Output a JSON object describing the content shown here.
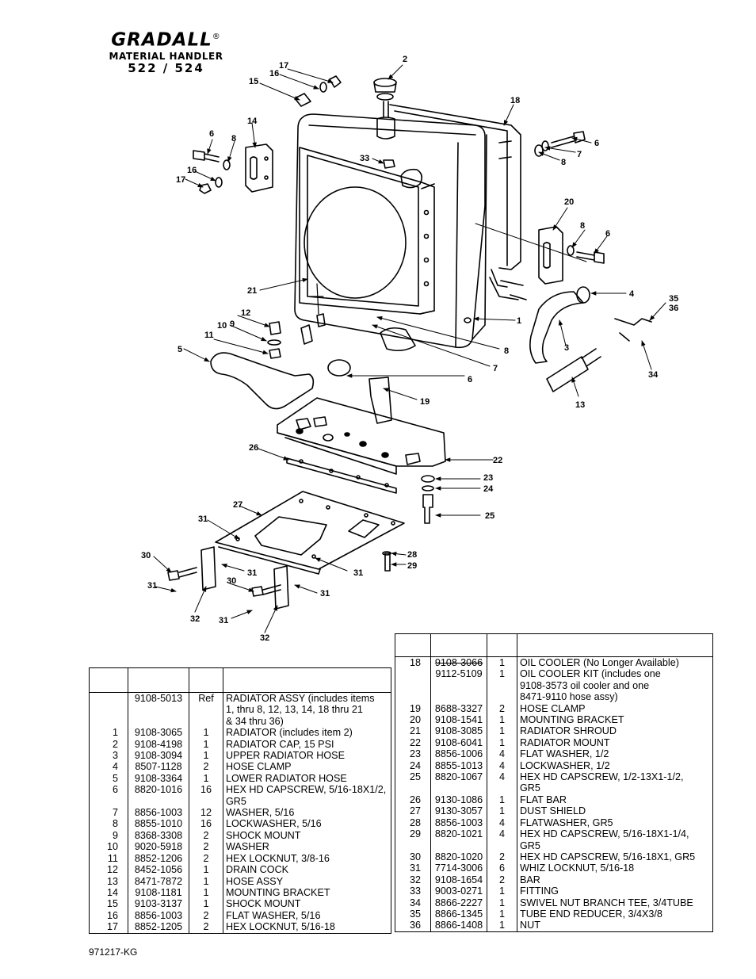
{
  "header": {
    "brand": "GRADALL",
    "registered": "®",
    "subtitle": "MATERIAL HANDLER",
    "model": "522 / 524"
  },
  "diagram_callouts": [
    "1",
    "2",
    "3",
    "4",
    "5",
    "6",
    "7",
    "8",
    "9",
    "10",
    "11",
    "12",
    "13",
    "14",
    "15",
    "16",
    "17",
    "18",
    "19",
    "20",
    "21",
    "22",
    "23",
    "24",
    "25",
    "26",
    "27",
    "28",
    "29",
    "30",
    "31",
    "32",
    "33",
    "34",
    "35",
    "36"
  ],
  "parts_left": [
    {
      "item": "",
      "part": "9108-5013",
      "qty": "Ref",
      "desc": "RADIATOR ASSY (includes items"
    },
    {
      "item": "",
      "part": "",
      "qty": "",
      "desc": "1, thru 8, 12, 13, 14, 18 thru 21"
    },
    {
      "item": "",
      "part": "",
      "qty": "",
      "desc": "& 34 thru 36)"
    },
    {
      "item": "1",
      "part": "9108-3065",
      "qty": "1",
      "desc": "RADIATOR (includes item 2)"
    },
    {
      "item": "2",
      "part": "9108-4198",
      "qty": "1",
      "desc": "RADIATOR CAP, 15 PSI"
    },
    {
      "item": "3",
      "part": "9108-3094",
      "qty": "1",
      "desc": "UPPER RADIATOR HOSE"
    },
    {
      "item": "4",
      "part": "8507-1128",
      "qty": "2",
      "desc": "HOSE CLAMP"
    },
    {
      "item": "5",
      "part": "9108-3364",
      "qty": "1",
      "desc": "LOWER RADIATOR HOSE"
    },
    {
      "item": "6",
      "part": "8820-1016",
      "qty": "16",
      "desc": "HEX HD CAPSCREW, 5/16-18X1/2,"
    },
    {
      "item": "",
      "part": "",
      "qty": "",
      "desc": "GR5"
    },
    {
      "item": "7",
      "part": "8856-1003",
      "qty": "12",
      "desc": "WASHER, 5/16"
    },
    {
      "item": "8",
      "part": "8855-1010",
      "qty": "16",
      "desc": "LOCKWASHER, 5/16"
    },
    {
      "item": "9",
      "part": "8368-3308",
      "qty": "2",
      "desc": "SHOCK MOUNT"
    },
    {
      "item": "10",
      "part": "9020-5918",
      "qty": "2",
      "desc": "WASHER"
    },
    {
      "item": "11",
      "part": "8852-1206",
      "qty": "2",
      "desc": "HEX LOCKNUT, 3/8-16"
    },
    {
      "item": "12",
      "part": "8452-1056",
      "qty": "1",
      "desc": "DRAIN COCK"
    },
    {
      "item": "13",
      "part": "8471-7872",
      "qty": "1",
      "desc": "HOSE ASSY"
    },
    {
      "item": "14",
      "part": "9108-1181",
      "qty": "1",
      "desc": "MOUNTING BRACKET"
    },
    {
      "item": "15",
      "part": "9103-3137",
      "qty": "1",
      "desc": "SHOCK MOUNT"
    },
    {
      "item": "16",
      "part": "8856-1003",
      "qty": "2",
      "desc": "FLAT WASHER, 5/16"
    },
    {
      "item": "17",
      "part": "8852-1205",
      "qty": "2",
      "desc": "HEX LOCKNUT, 5/16-18"
    }
  ],
  "parts_right": [
    {
      "item": "18",
      "part": "9108-3066",
      "strike": true,
      "qty": "1",
      "desc": "OIL COOLER (No Longer Available)"
    },
    {
      "item": "",
      "part": "9112-5109",
      "qty": "1",
      "desc": "OIL COOLER KIT (includes one"
    },
    {
      "item": "",
      "part": "",
      "qty": "",
      "desc": "9108-3573 oil cooler and one"
    },
    {
      "item": "",
      "part": "",
      "qty": "",
      "desc": "8471-9110 hose assy)"
    },
    {
      "item": "19",
      "part": "8688-3327",
      "qty": "2",
      "desc": "HOSE CLAMP"
    },
    {
      "item": "20",
      "part": "9108-1541",
      "qty": "1",
      "desc": "MOUNTING BRACKET"
    },
    {
      "item": "21",
      "part": "9108-3085",
      "qty": "1",
      "desc": "RADIATOR SHROUD"
    },
    {
      "item": "22",
      "part": "9108-6041",
      "qty": "1",
      "desc": "RADIATOR MOUNT"
    },
    {
      "item": "23",
      "part": "8856-1006",
      "qty": "4",
      "desc": "FLAT WASHER, 1/2"
    },
    {
      "item": "24",
      "part": "8855-1013",
      "qty": "4",
      "desc": "LOCKWASHER, 1/2"
    },
    {
      "item": "25",
      "part": "8820-1067",
      "qty": "4",
      "desc": "HEX HD CAPSCREW, 1/2-13X1-1/2,"
    },
    {
      "item": "",
      "part": "",
      "qty": "",
      "desc": "GR5"
    },
    {
      "item": "26",
      "part": "9130-1086",
      "qty": "1",
      "desc": "FLAT BAR"
    },
    {
      "item": "27",
      "part": "9130-3057",
      "qty": "1",
      "desc": "DUST SHIELD"
    },
    {
      "item": "28",
      "part": "8856-1003",
      "qty": "4",
      "desc": "FLATWASHER, GR5"
    },
    {
      "item": "29",
      "part": "8820-1021",
      "qty": "4",
      "desc": "HEX HD CAPSCREW, 5/16-18X1-1/4,"
    },
    {
      "item": "",
      "part": "",
      "qty": "",
      "desc": "GR5"
    },
    {
      "item": "30",
      "part": "8820-1020",
      "qty": "2",
      "desc": "HEX HD CAPSCREW, 5/16-18X1, GR5"
    },
    {
      "item": "31",
      "part": "7714-3006",
      "qty": "6",
      "desc": "WHIZ LOCKNUT, 5/16-18"
    },
    {
      "item": "32",
      "part": "9108-1654",
      "qty": "2",
      "desc": "BAR"
    },
    {
      "item": "33",
      "part": "9003-0271",
      "qty": "1",
      "desc": "FITTING"
    },
    {
      "item": "34",
      "part": "8866-2227",
      "qty": "1",
      "desc": "SWIVEL NUT BRANCH TEE, 3/4TUBE"
    },
    {
      "item": "35",
      "part": "8866-1345",
      "qty": "1",
      "desc": "TUBE END REDUCER, 3/4X3/8"
    },
    {
      "item": "36",
      "part": "8866-1408",
      "qty": "1",
      "desc": "NUT"
    }
  ],
  "footer": {
    "code": "971217-KG"
  }
}
